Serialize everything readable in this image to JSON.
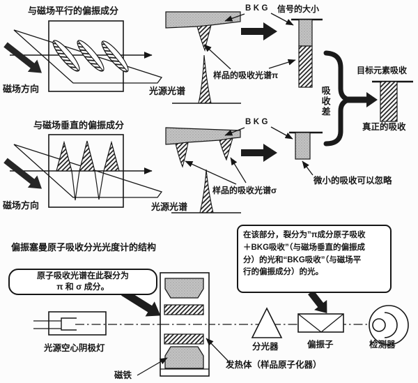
{
  "colors": {
    "ink": "#161616",
    "grey_fill": "#c2c2c2",
    "background": "#fcfcfc"
  },
  "row_parallel": {
    "title": "与磁场平行的偏振成分",
    "magnetic_direction_label": "磁场方向",
    "source_spectrum_label": "光源光谱",
    "bkg_label": "BKG",
    "signal_size_label": "信号的大小",
    "sample_absorption_label": "样品的吸收光谱π"
  },
  "row_perpendicular": {
    "title": "与磁场垂直的偏振成分",
    "magnetic_direction_label": "磁场方向",
    "source_spectrum_label": "光源光谱",
    "bkg_label": "BKG",
    "sample_absorption_label": "样品的吸收光谱σ",
    "negligible_label": "微小的吸收可以忽略"
  },
  "difference": {
    "absorption_difference_label": "吸收差",
    "target_element_label": "目标元素吸收",
    "true_absorption_label": "真正的吸收"
  },
  "apparatus": {
    "section_title": "偏振塞曼原子吸收分光光度计的结构",
    "callout_split": "原子吸收光谱在此裂分为\nπ 和 σ 成分。",
    "callout_detail": "在该部分，裂分为”π成分原子吸收\n＋BKG吸收”（与磁场垂直的偏振成\n分）的光和“BKG吸收”（与磁场平\n行的偏振成分）的光。",
    "lamp_label": "光源空心阴极灯",
    "magnet_label": "磁铁",
    "heater_label": "发热体（样品原子化器）",
    "beam_splitter_label": "分光器",
    "polarizer_label": "偏振子",
    "detector_label": "检测器"
  }
}
